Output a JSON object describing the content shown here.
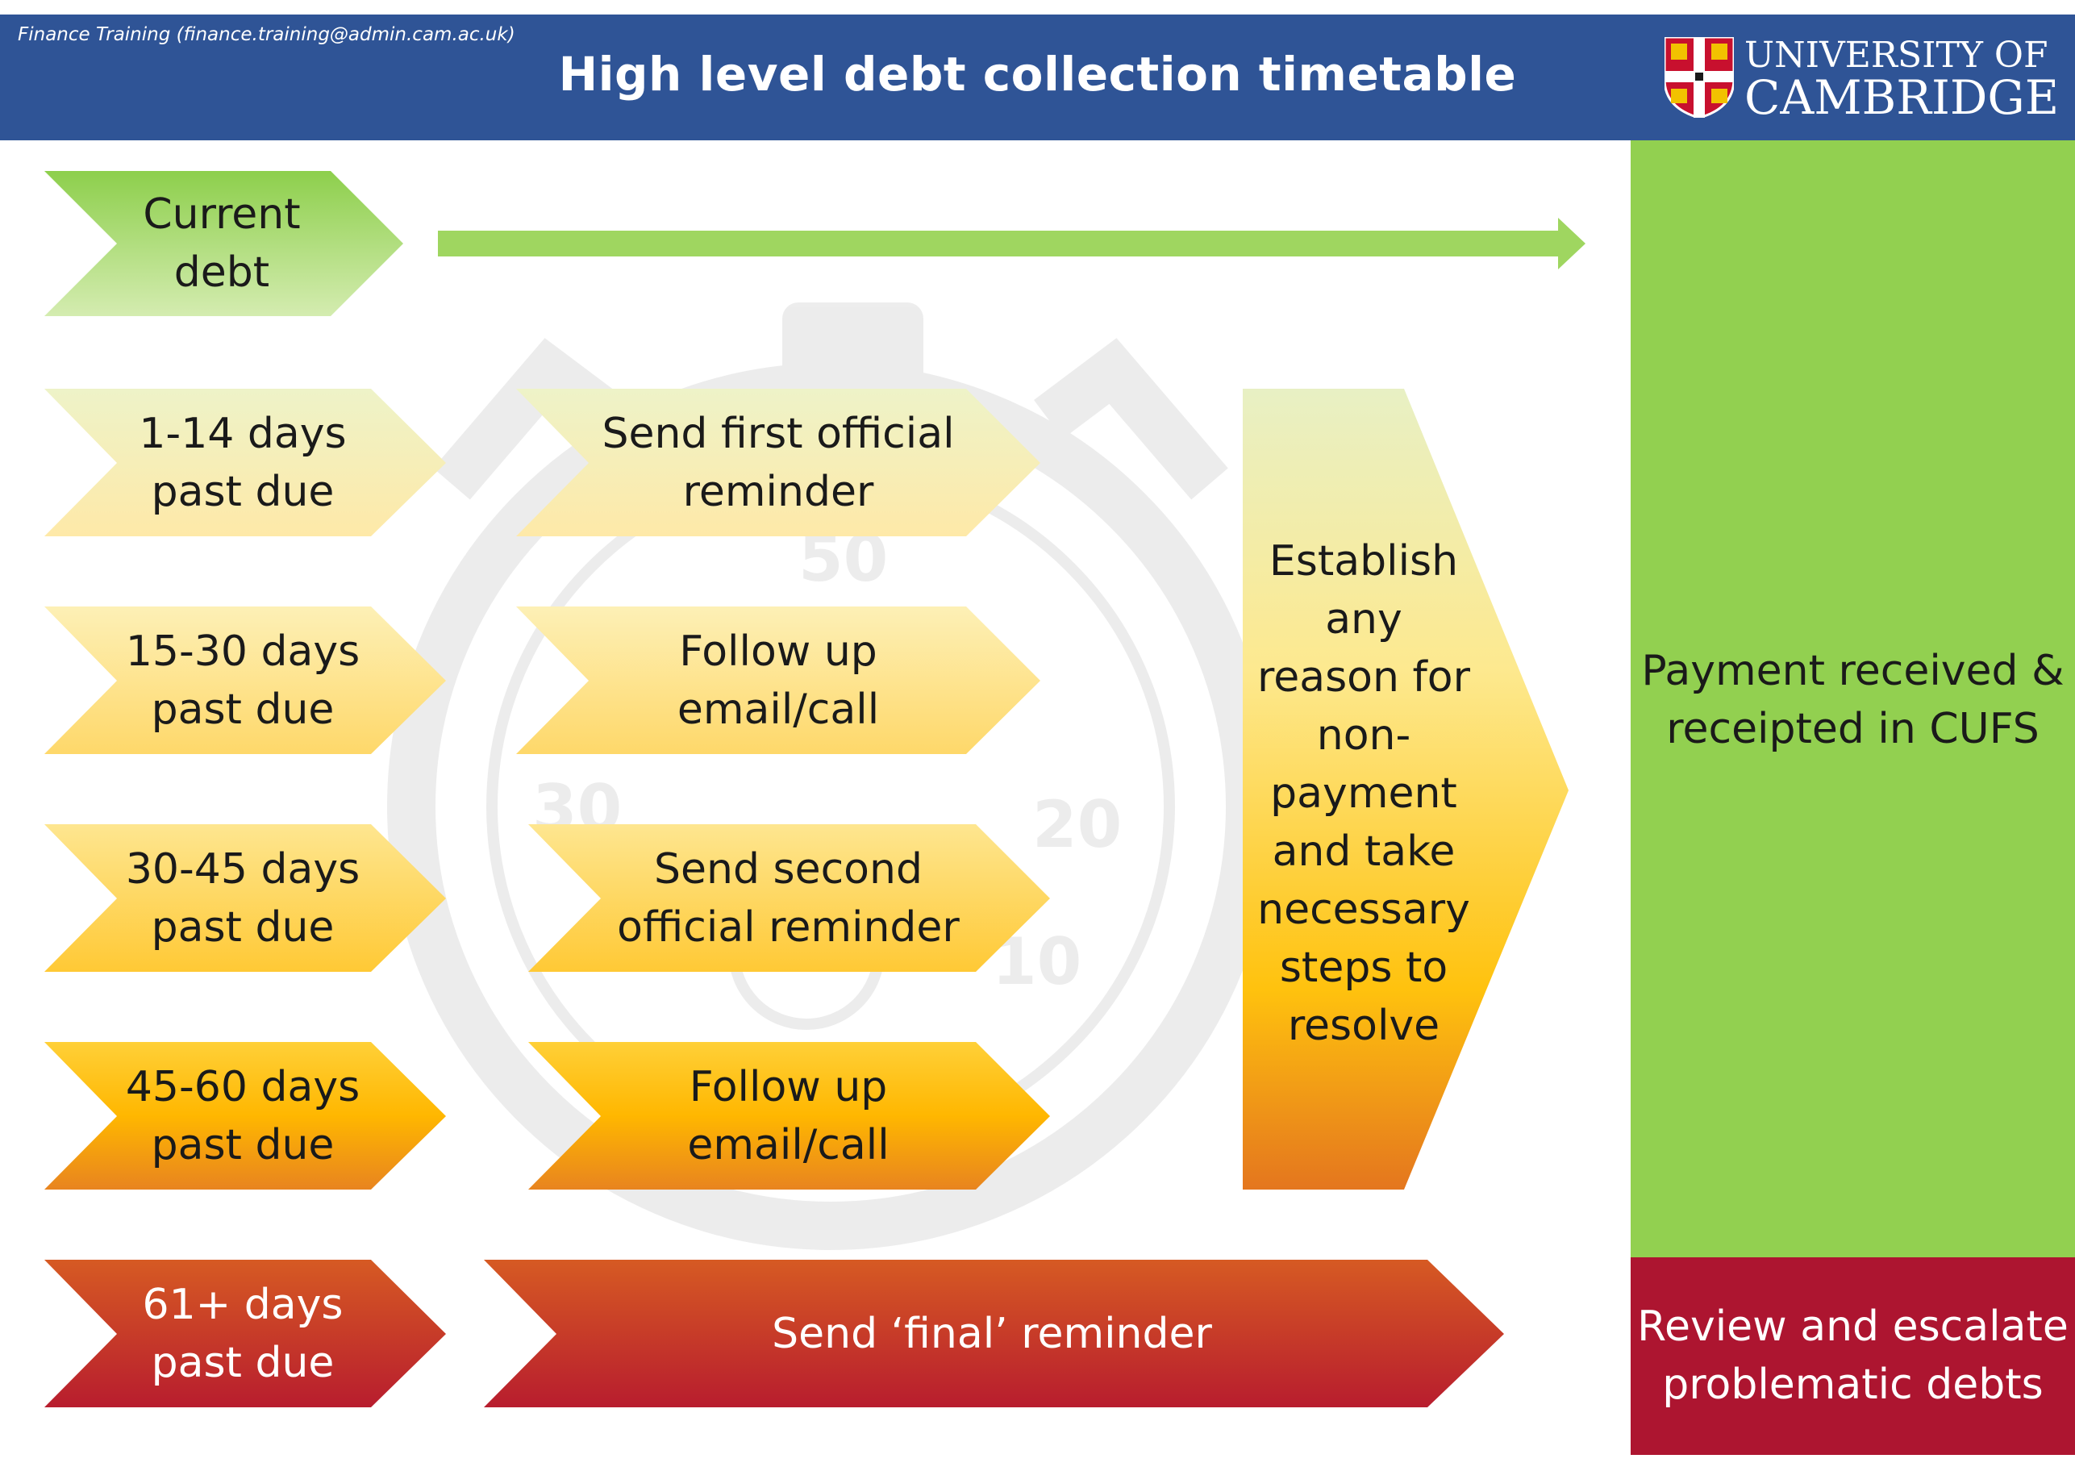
{
  "header": {
    "contact": "Finance Training (finance.training@admin.cam.ac.uk)",
    "title": "High level debt collection timetable",
    "logo_line1": "UNIVERSITY OF",
    "logo_line2": "CAMBRIDGE",
    "logo_icon": "university-crest-icon"
  },
  "stages": [
    {
      "line1": "Current",
      "line2": "debt"
    },
    {
      "line1": "1-14 days",
      "line2": "past due"
    },
    {
      "line1": "15-30 days",
      "line2": "past due"
    },
    {
      "line1": "30-45 days",
      "line2": "past due"
    },
    {
      "line1": "45-60 days",
      "line2": "past due"
    },
    {
      "line1": "61+ days",
      "line2": "past due"
    }
  ],
  "actions": [
    {
      "line1": "Send first official",
      "line2": "reminder"
    },
    {
      "line1": "Follow up",
      "line2": "email/call"
    },
    {
      "line1": "Send second",
      "line2": "official reminder"
    },
    {
      "line1": "Follow up",
      "line2": "email/call"
    },
    {
      "line1": "Send ‘final’ reminder"
    }
  ],
  "establish": [
    "Establish",
    "any",
    "reason for",
    "non-",
    "payment",
    "and take",
    "necessary",
    "steps to",
    "resolve"
  ],
  "outcomes": {
    "paid": [
      "Payment received &",
      "receipted in CUFS"
    ],
    "escalate": [
      "Review and escalate",
      "problematic debts"
    ]
  },
  "colors": {
    "header": "#2f5496",
    "green": "#92d050",
    "red": "#ad1530",
    "arrow_green": "#9fd660",
    "stage_yellow_light": "#fdf2c0",
    "stage_amber": "#ffc000",
    "stage_orange": "#e6831e"
  }
}
